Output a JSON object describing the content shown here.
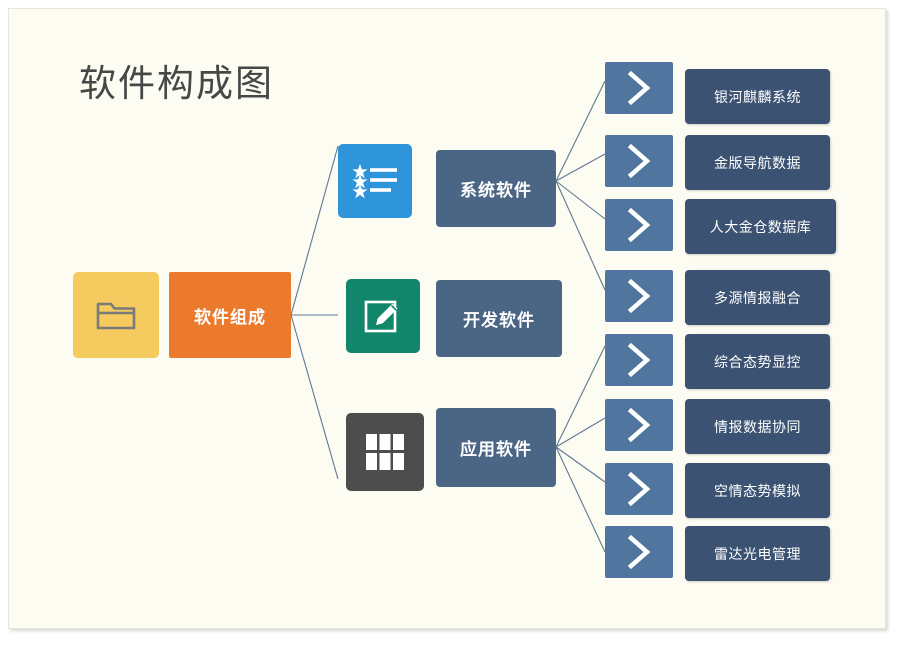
{
  "page": {
    "title": "软件构成图",
    "canvas_bg": "#fdfcf2"
  },
  "root": {
    "icon": "folder-icon",
    "label": "软件组成",
    "icon_color": "#f5ca5e",
    "label_color": "#ec7a2c"
  },
  "branches": [
    {
      "id": "system",
      "icon": "star-list-icon",
      "icon_color": "#2e95db",
      "label": "系统软件",
      "label_color": "#4b6584",
      "leaves": [
        {
          "chevron": "chevron-right-icon",
          "label": "银河麒麟系统"
        },
        {
          "chevron": "chevron-right-icon",
          "label": "金版导航数据"
        },
        {
          "chevron": "chevron-right-icon",
          "label": "人大金仓数据库"
        },
        {
          "chevron": "chevron-right-icon",
          "label": "多源情报融合"
        }
      ]
    },
    {
      "id": "development",
      "icon": "pencil-square-icon",
      "icon_color": "#12866a",
      "label": "开发软件",
      "label_color": "#4b6584",
      "leaves": []
    },
    {
      "id": "application",
      "icon": "grid-icon",
      "icon_color": "#4d4d4d",
      "label": "应用软件",
      "label_color": "#4b6584",
      "leaves": [
        {
          "chevron": "chevron-right-icon",
          "label": "综合态势显控"
        },
        {
          "chevron": "chevron-right-icon",
          "label": "情报数据协同"
        },
        {
          "chevron": "chevron-right-icon",
          "label": "空情态势模拟"
        },
        {
          "chevron": "chevron-right-icon",
          "label": "雷达光电管理"
        }
      ]
    }
  ],
  "style": {
    "connector_color": "#5d7894",
    "leaf_chevron_color": "#5076a0",
    "leaf_label_color": "#3b5273"
  }
}
